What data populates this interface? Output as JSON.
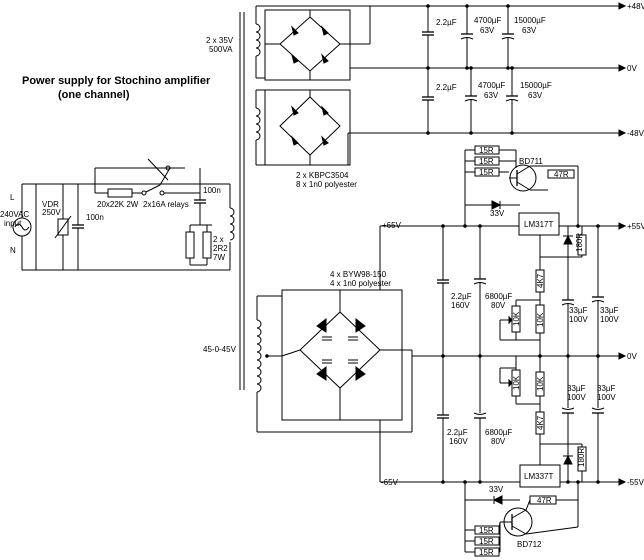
{
  "title": {
    "line1": "Power supply for Stochino amplifier",
    "line2": "(one channel)"
  },
  "mains": {
    "L": "L",
    "N": "N",
    "voltage": "240VAC",
    "input": "input",
    "vdr": "VDR",
    "vdr_v": "250V",
    "cap_x": "100n",
    "softstart_res": "20x22K 2W",
    "relays": "2x16A relays",
    "snub_cap": "100n",
    "inrush_count": "2 x",
    "inrush_val": "2R2",
    "inrush_w": "7W"
  },
  "transformer_upper": {
    "count": "2 x 35V",
    "va": "500VA"
  },
  "transformer_lower": {
    "ct": "45-0-45V"
  },
  "bridge_upper": {
    "part": "2 x KBPC3504",
    "snubbers": "8 x 1n0 polyester"
  },
  "bridge_lower": {
    "part": "4 x BYW98-150",
    "snubbers": "4 x 1n0 polyester"
  },
  "rails": {
    "p48": "+48V",
    "zero_top": "0V",
    "n48": "-48V",
    "p65": "+65V",
    "p55": "+55V",
    "zero_mid": "0V",
    "n65": "-65V",
    "n55": "-55V"
  },
  "caps_upper": {
    "c1": "2.2µF",
    "c2a": "4700µF",
    "c2b": "63V",
    "c3a": "15000µF",
    "c3b": "63V",
    "c4": "2.2µF",
    "c5a": "4700µF",
    "c5b": "63V",
    "c6a": "15000µF",
    "c6b": "63V"
  },
  "reg_pos": {
    "r1": "15R",
    "r2": "15R",
    "r3": "15R",
    "transistor": "BD711",
    "re": "47R",
    "zener": "33V",
    "ic": "LM317T",
    "r_adj": "180R",
    "r_4k7": "4K7",
    "pot": "10K",
    "r_10k": "10K",
    "c_in_a": "2.2µF",
    "c_in_b": "160V",
    "c_bulk_a": "6800µF",
    "c_bulk_b": "80V",
    "c_adj_a": "33µF",
    "c_adj_b": "100V",
    "c_out_a": "33µF",
    "c_out_b": "100V"
  },
  "reg_neg": {
    "pot": "10K",
    "r_10k": "10K",
    "r_4k7": "4K7",
    "c_in_a": "2.2µF",
    "c_in_b": "160V",
    "c_bulk_a": "6800µF",
    "c_bulk_b": "80V",
    "c_adj_a": "33µF",
    "c_adj_b": "100V",
    "c_out_a": "33µF",
    "c_out_b": "100V",
    "r_adj": "180R",
    "ic": "LM337T",
    "zener": "33V",
    "re": "47R",
    "r1": "15R",
    "r2": "15R",
    "r3": "15R",
    "transistor": "BD712"
  }
}
